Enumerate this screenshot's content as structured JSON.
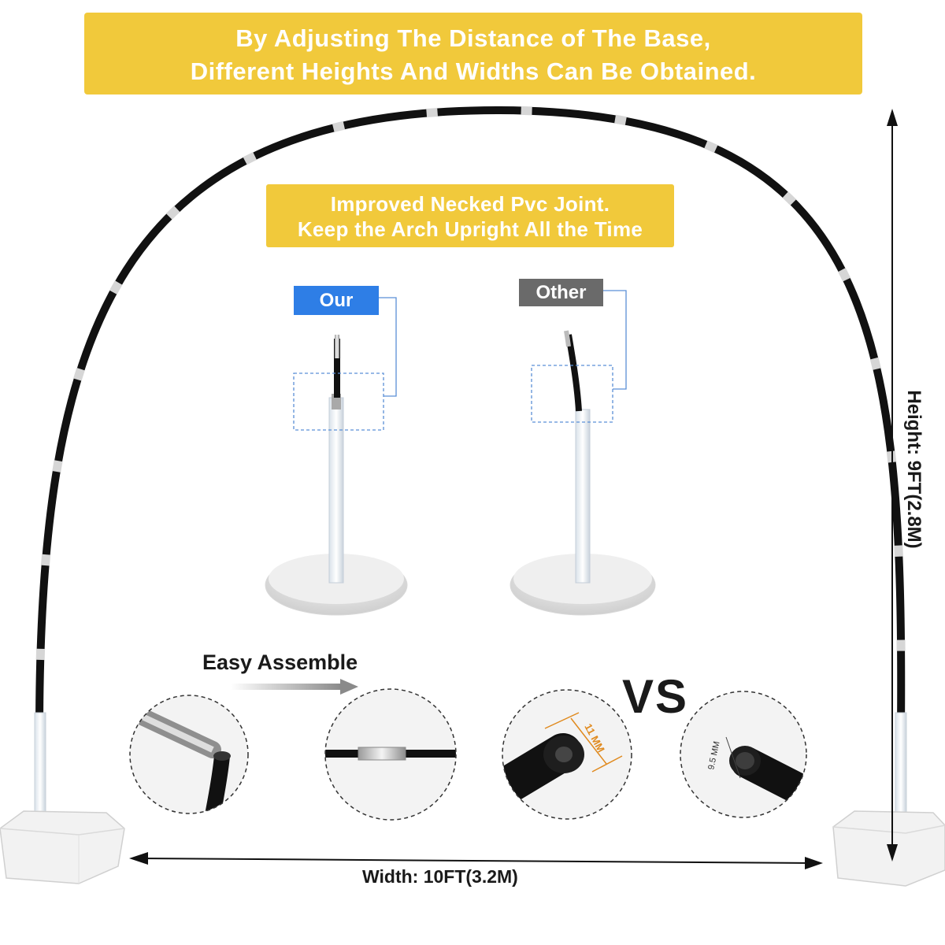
{
  "banners": {
    "top_line1": "By Adjusting The Distance of The Base,",
    "top_line2": "Different Heights And Widths Can Be Obtained.",
    "mid_line1": "Improved Necked Pvc Joint.",
    "mid_line2": "Keep the Arch Upright All the Time"
  },
  "compare": {
    "our_label": "Our",
    "other_label": "Other",
    "vs_label": "VS"
  },
  "details": {
    "easy_assemble": "Easy Assemble",
    "diameter_ours": "11 MM",
    "diameter_other": "9.5 MM"
  },
  "dimensions": {
    "width": "Width: 10FT(3.2M)",
    "height": "Height: 9FT(2.8M)"
  },
  "colors": {
    "banner": "#f1c93b",
    "our_tag": "#2e7ee6",
    "other_tag": "#6a6a6a",
    "arch": "#111111",
    "dimension_orange": "#e08a1e"
  }
}
